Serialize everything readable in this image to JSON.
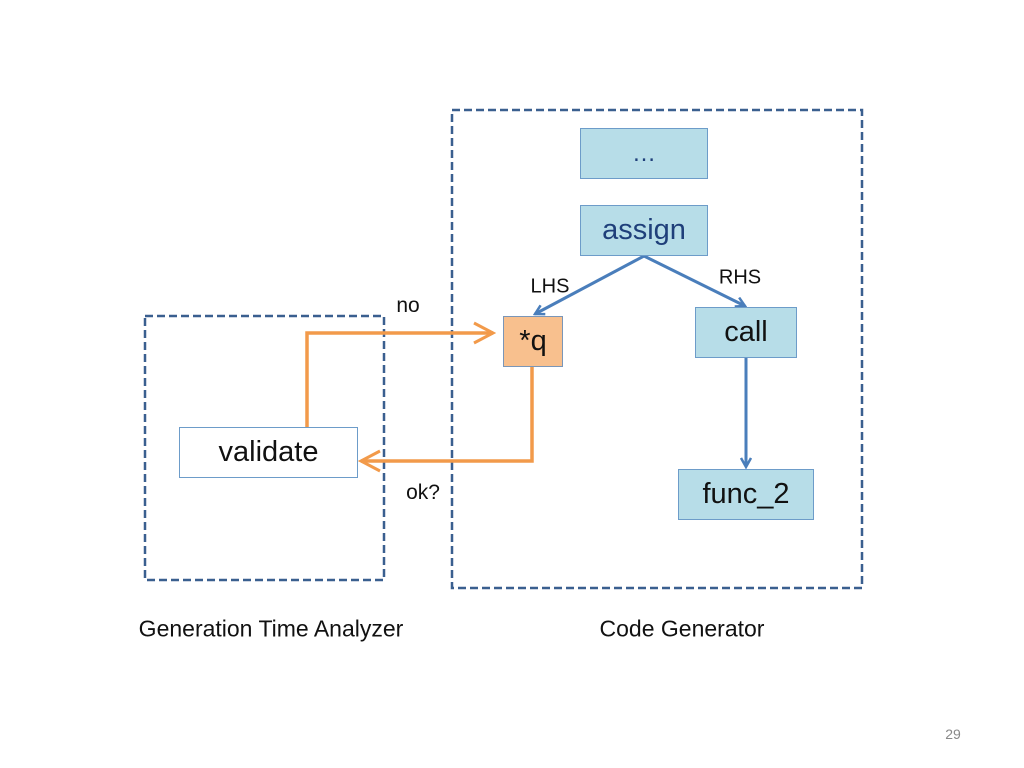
{
  "nodes": {
    "ellipsis": "…",
    "assign": "assign",
    "deref_q": "*q",
    "call": "call",
    "func_2": "func_2",
    "validate": "validate"
  },
  "edge_labels": {
    "lhs": "LHS",
    "rhs": "RHS",
    "no": "no",
    "ok": "ok?"
  },
  "groups": {
    "left": "Generation Time Analyzer",
    "right": "Code Generator"
  },
  "page_number": "29",
  "colors": {
    "node_fill": "#b7dde8",
    "highlight_fill": "#f8c08e",
    "blue_arrow": "#4a7ebb",
    "orange_arrow": "#f29a4a",
    "dashed_border": "#3a5f8f",
    "assign_text": "#1f3f7a"
  }
}
